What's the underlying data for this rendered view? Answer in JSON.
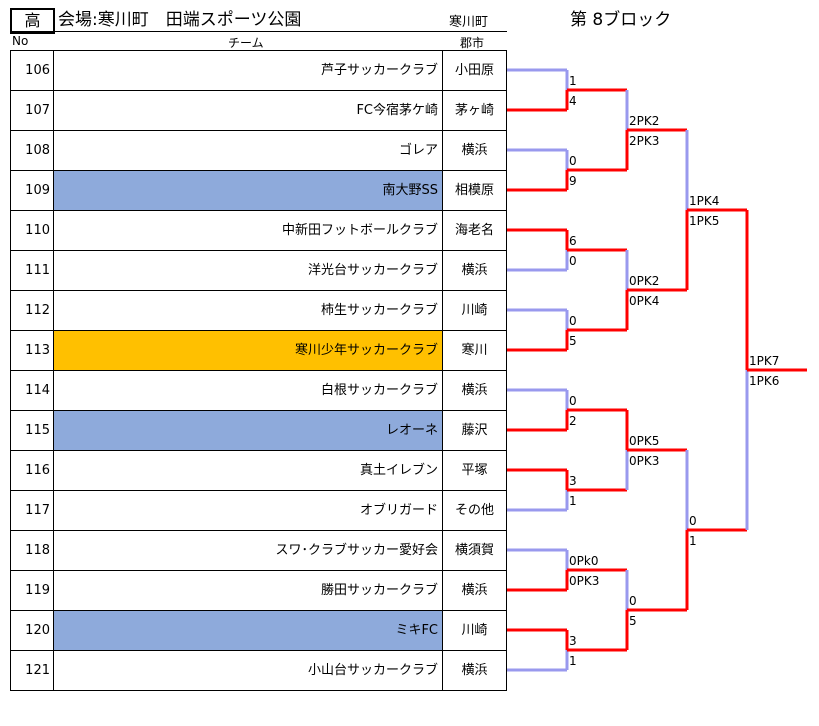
{
  "header": {
    "grade": "高",
    "title": "会場:寒川町　田端スポーツ公園",
    "town": "寒川町",
    "block": "第 8ブロック"
  },
  "columns": {
    "no": "No",
    "team": "チーム",
    "city": "郡市"
  },
  "colors": {
    "win": "#ff0000",
    "lose": "#9999ee",
    "highlight_blue": "#8eaadb",
    "highlight_orange": "#ffc000"
  },
  "teams": [
    {
      "no": "106",
      "name": "芦子サッカークラブ",
      "city": "小田原",
      "hl": ""
    },
    {
      "no": "107",
      "name": "FC今宿茅ケ崎",
      "city": "茅ヶ崎",
      "hl": ""
    },
    {
      "no": "108",
      "name": "ゴレア",
      "city": "横浜",
      "hl": ""
    },
    {
      "no": "109",
      "name": "南大野SS",
      "city": "相模原",
      "hl": "blue"
    },
    {
      "no": "110",
      "name": "中新田フットボールクラブ",
      "city": "海老名",
      "hl": ""
    },
    {
      "no": "111",
      "name": "洋光台サッカークラブ",
      "city": "横浜",
      "hl": ""
    },
    {
      "no": "112",
      "name": "柿生サッカークラブ",
      "city": "川崎",
      "hl": ""
    },
    {
      "no": "113",
      "name": "寒川少年サッカークラブ",
      "city": "寒川",
      "hl": "orange"
    },
    {
      "no": "114",
      "name": "白根サッカークラブ",
      "city": "横浜",
      "hl": ""
    },
    {
      "no": "115",
      "name": "レオーネ",
      "city": "藤沢",
      "hl": "blue"
    },
    {
      "no": "116",
      "name": "真土イレブン",
      "city": "平塚",
      "hl": ""
    },
    {
      "no": "117",
      "name": "オブリガード",
      "city": "その他",
      "hl": ""
    },
    {
      "no": "118",
      "name": "スワ･クラブサッカー愛好会",
      "city": "横須賀",
      "hl": ""
    },
    {
      "no": "119",
      "name": "勝田サッカークラブ",
      "city": "横浜",
      "hl": ""
    },
    {
      "no": "120",
      "name": "ミキFC",
      "city": "川崎",
      "hl": "blue"
    },
    {
      "no": "121",
      "name": "小山台サッカークラブ",
      "city": "横浜",
      "hl": ""
    }
  ],
  "rounds": [
    [
      {
        "top": "1",
        "bottom": "4",
        "winner": "bottom"
      },
      {
        "top": "0",
        "bottom": "9",
        "winner": "bottom"
      },
      {
        "top": "6",
        "bottom": "0",
        "winner": "top"
      },
      {
        "top": "0",
        "bottom": "5",
        "winner": "bottom"
      },
      {
        "top": "0",
        "bottom": "2",
        "winner": "bottom"
      },
      {
        "top": "3",
        "bottom": "1",
        "winner": "top"
      },
      {
        "top": "0Pk0",
        "bottom": "0PK3",
        "winner": "bottom"
      },
      {
        "top": "3",
        "bottom": "1",
        "winner": "top"
      }
    ],
    [
      {
        "top": "2PK2",
        "bottom": "2PK3",
        "winner": "bottom"
      },
      {
        "top": "0PK2",
        "bottom": "0PK4",
        "winner": "bottom"
      },
      {
        "top": "0PK5",
        "bottom": "0PK3",
        "winner": "top"
      },
      {
        "top": "0",
        "bottom": "5",
        "winner": "bottom"
      }
    ],
    [
      {
        "top": "1PK4",
        "bottom": "1PK5",
        "winner": "bottom"
      },
      {
        "top": "0",
        "bottom": "1",
        "winner": "bottom"
      }
    ],
    [
      {
        "top": "1PK7",
        "bottom": "1PK6",
        "winner": "top"
      }
    ]
  ]
}
